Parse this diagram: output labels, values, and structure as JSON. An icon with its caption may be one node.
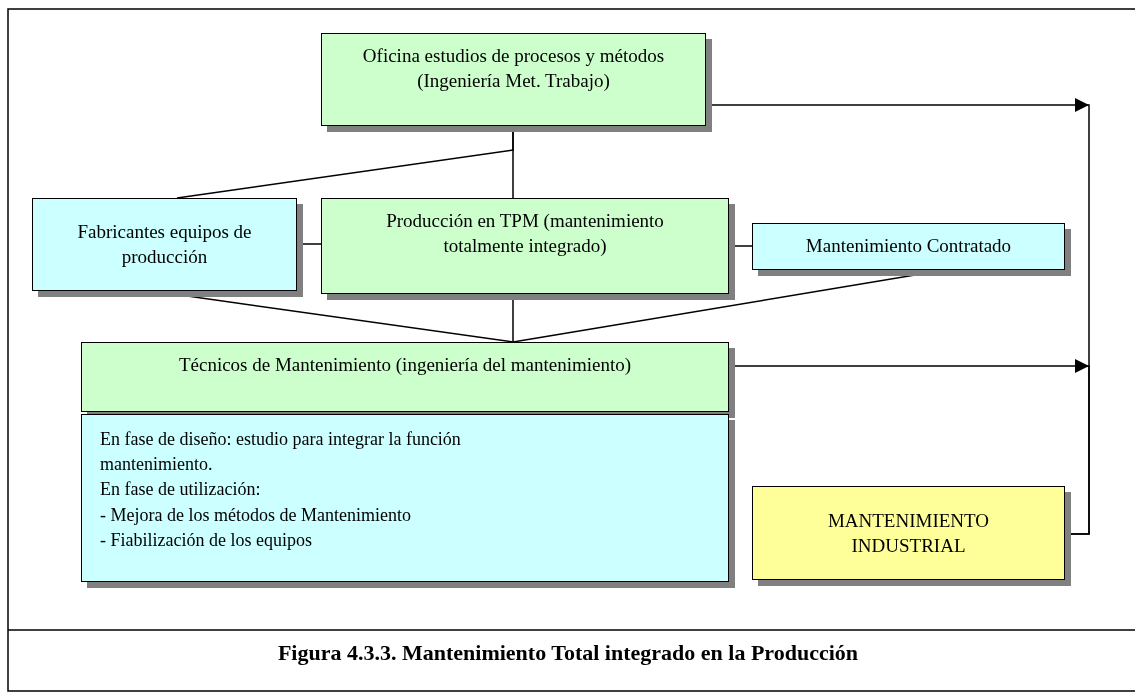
{
  "diagram": {
    "caption": "Figura 4.3.3. Mantenimiento Total integrado en la Producción",
    "nodes": [
      {
        "text": [
          "Oficina estudios de procesos y métodos (Ingeniería Met. Trabajo)"
        ]
      },
      {
        "text": [
          "Fabricantes equipos de producción"
        ]
      },
      {
        "text": [
          "Producción en TPM (mantenimiento totalmente integrado)"
        ]
      },
      {
        "text": [
          "Mantenimiento Contratado"
        ]
      },
      {
        "text": [
          "Técnicos de Mantenimiento (ingeniería del mantenimiento)"
        ]
      },
      {
        "text": [
          "En fase de diseño: estudio para integrar la función mantenimiento.",
          "En fase de utilización:",
          "- Mejora de los métodos de Mantenimiento",
          "- Fiabilización de los equipos"
        ]
      },
      {
        "text": [
          "MANTENIMIENTO INDUSTRIAL"
        ]
      }
    ],
    "edges": [
      {
        "from": 0,
        "to": 1,
        "arrow": "none"
      },
      {
        "from": 0,
        "to": 2,
        "arrow": "none"
      },
      {
        "from": 1,
        "to": 2,
        "arrow": "none"
      },
      {
        "from": 2,
        "to": 3,
        "arrow": "none"
      },
      {
        "from": 1,
        "to": 4,
        "arrow": "none"
      },
      {
        "from": 2,
        "to": 4,
        "arrow": "none"
      },
      {
        "from": 3,
        "to": 4,
        "arrow": "none"
      },
      {
        "from": 0,
        "to": 6,
        "arrow": "to"
      },
      {
        "from": 4,
        "to": 6,
        "arrow": "to"
      }
    ]
  }
}
